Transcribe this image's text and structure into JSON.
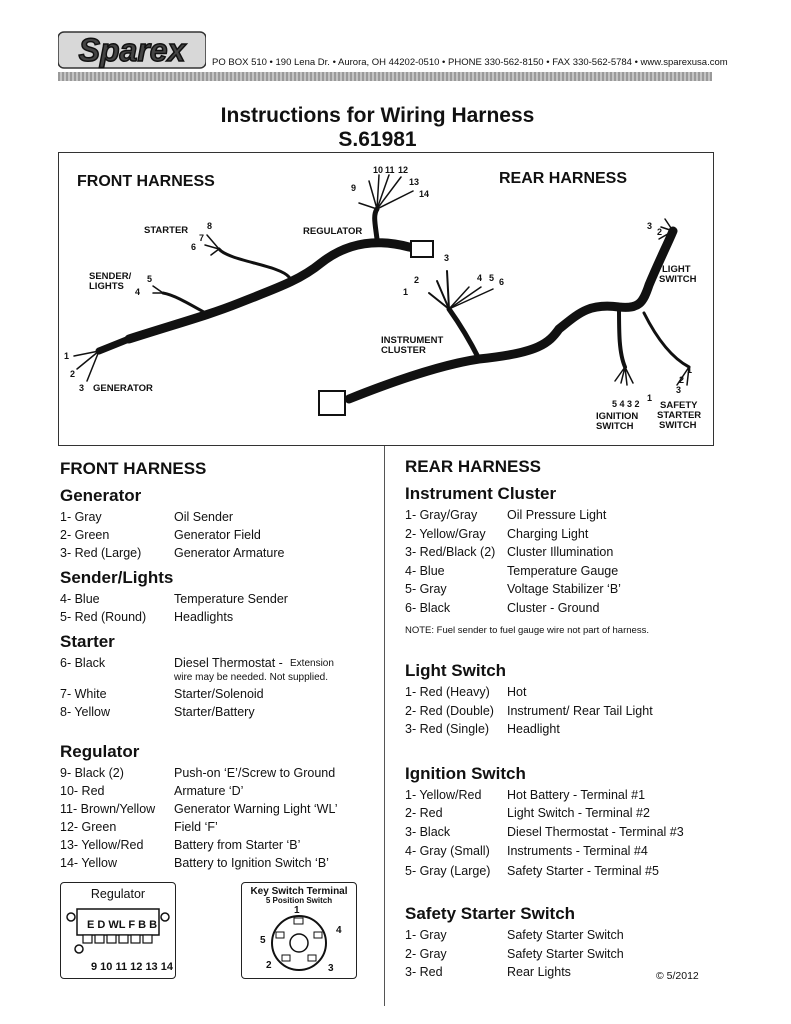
{
  "header": {
    "logo_text": "Sparex",
    "address": "PO BOX 510 • 190 Lena Dr. • Aurora, OH 44202-0510 • PHONE 330-562-8150 • FAX 330-562-5784 • www.sparexusa.com"
  },
  "title": {
    "line1": "Instructions for Wiring Harness",
    "line2": "S.61981"
  },
  "diagram": {
    "front_title": "FRONT HARNESS",
    "rear_title": "REAR HARNESS",
    "labels": {
      "starter": "STARTER",
      "regulator": "REGULATOR",
      "sender1": "SENDER/",
      "sender2": "LIGHTS",
      "generator": "GENERATOR",
      "instr1": "INSTRUMENT",
      "instr2": "CLUSTER",
      "light1": "LIGHT",
      "light2": "SWITCH",
      "ign1": "IGNITION",
      "ign2": "SWITCH",
      "safety1": "SAFETY",
      "safety2": "STARTER",
      "safety3": "SWITCH"
    },
    "nums": {
      "n1": "1",
      "n2": "2",
      "n3": "3",
      "n4": "4",
      "n5": "5",
      "n6": "6",
      "n7": "7",
      "n8": "8",
      "n9": "9",
      "n10": "10",
      "n11": "11",
      "n12": "12",
      "n13": "13",
      "n14": "14",
      "ic1": "1",
      "ic2": "2",
      "ic3": "3",
      "ic4": "4",
      "ic5": "5",
      "ic6": "6",
      "ls1": "1",
      "ls2": "2",
      "ls3": "3",
      "ig": "5 4 3 2",
      "ig1": "1",
      "ss1": "1",
      "ss2": "2",
      "ss3": "3"
    }
  },
  "front": {
    "heading": "FRONT HARNESS",
    "generator": {
      "title": "Generator",
      "rows": [
        {
          "wire": "1- Gray",
          "desc": "Oil Sender"
        },
        {
          "wire": "2- Green",
          "desc": "Generator Field"
        },
        {
          "wire": "3- Red (Large)",
          "desc": "Generator Armature"
        }
      ]
    },
    "sender": {
      "title": "Sender/Lights",
      "rows": [
        {
          "wire": "4- Blue",
          "desc": "Temperature Sender"
        },
        {
          "wire": "5- Red (Round)",
          "desc": "Headlights"
        }
      ]
    },
    "starter": {
      "title": "Starter",
      "row6_wire": "6- Black",
      "row6_desc": "Diesel Thermostat - ",
      "row6_small1": "Extension",
      "row6_small2": "wire may be needed. Not supplied.",
      "rows": [
        {
          "wire": "7- White",
          "desc": "Starter/Solenoid"
        },
        {
          "wire": "8- Yellow",
          "desc": "Starter/Battery"
        }
      ]
    },
    "regulator": {
      "title": "Regulator",
      "rows": [
        {
          "wire": "9- Black (2)",
          "desc": "Push-on ‘E’/Screw to Ground"
        },
        {
          "wire": "10- Red",
          "desc": "Armature ‘D’"
        },
        {
          "wire": "11- Brown/Yellow",
          "desc": "Generator Warning Light ‘WL’"
        },
        {
          "wire": "12- Green",
          "desc": "Field ‘F’"
        },
        {
          "wire": "13- Yellow/Red",
          "desc": "Battery from Starter ‘B’"
        },
        {
          "wire": "14- Yellow",
          "desc": "Battery to Ignition Switch ‘B’"
        }
      ]
    }
  },
  "rear": {
    "heading": "REAR HARNESS",
    "instrument": {
      "title": "Instrument Cluster",
      "rows": [
        {
          "wire": "1- Gray/Gray",
          "desc": "Oil Pressure Light"
        },
        {
          "wire": "2- Yellow/Gray",
          "desc": "Charging Light"
        },
        {
          "wire": "3- Red/Black (2)",
          "desc": "Cluster Illumination"
        },
        {
          "wire": "4- Blue",
          "desc": "Temperature Gauge"
        },
        {
          "wire": "5- Gray",
          "desc": "Voltage Stabilizer ‘B’"
        },
        {
          "wire": "6- Black",
          "desc": "Cluster - Ground"
        }
      ],
      "note": "NOTE: Fuel sender to fuel gauge wire not part of harness."
    },
    "light": {
      "title": "Light Switch",
      "rows": [
        {
          "wire": "1- Red (Heavy)",
          "desc": "Hot"
        },
        {
          "wire": "2- Red (Double)",
          "desc": "Instrument/ Rear Tail Light"
        },
        {
          "wire": "3- Red (Single)",
          "desc": "Headlight"
        }
      ]
    },
    "ignition": {
      "title": "Ignition Switch",
      "rows": [
        {
          "wire": "1- Yellow/Red",
          "desc": "Hot Battery - Terminal #1"
        },
        {
          "wire": "2- Red",
          "desc": "Light Switch - Terminal #2"
        },
        {
          "wire": "3- Black",
          "desc": "Diesel Thermostat - Terminal #3"
        },
        {
          "wire": "4- Gray (Small)",
          "desc": "Instruments - Terminal #4"
        },
        {
          "wire": "5- Gray (Large)",
          "desc": "Safety Starter - Terminal #5"
        }
      ]
    },
    "safety": {
      "title": "Safety Starter Switch",
      "rows": [
        {
          "wire": "1- Gray",
          "desc": "Safety Starter Switch"
        },
        {
          "wire": "2- Gray",
          "desc": "Safety Starter Switch"
        },
        {
          "wire": "3- Red",
          "desc": "Rear Lights"
        }
      ]
    }
  },
  "regulator_box": {
    "title": "Regulator",
    "letters": "E D WL F B B",
    "numbers": "9 10 11 12 13 14"
  },
  "keyswitch_box": {
    "title1": "Key Switch Terminal",
    "title2": "5 Position Switch",
    "t1": "1",
    "t2": "2",
    "t3": "3",
    "t4": "4",
    "t5": "5"
  },
  "copyright": "© 5/2012"
}
